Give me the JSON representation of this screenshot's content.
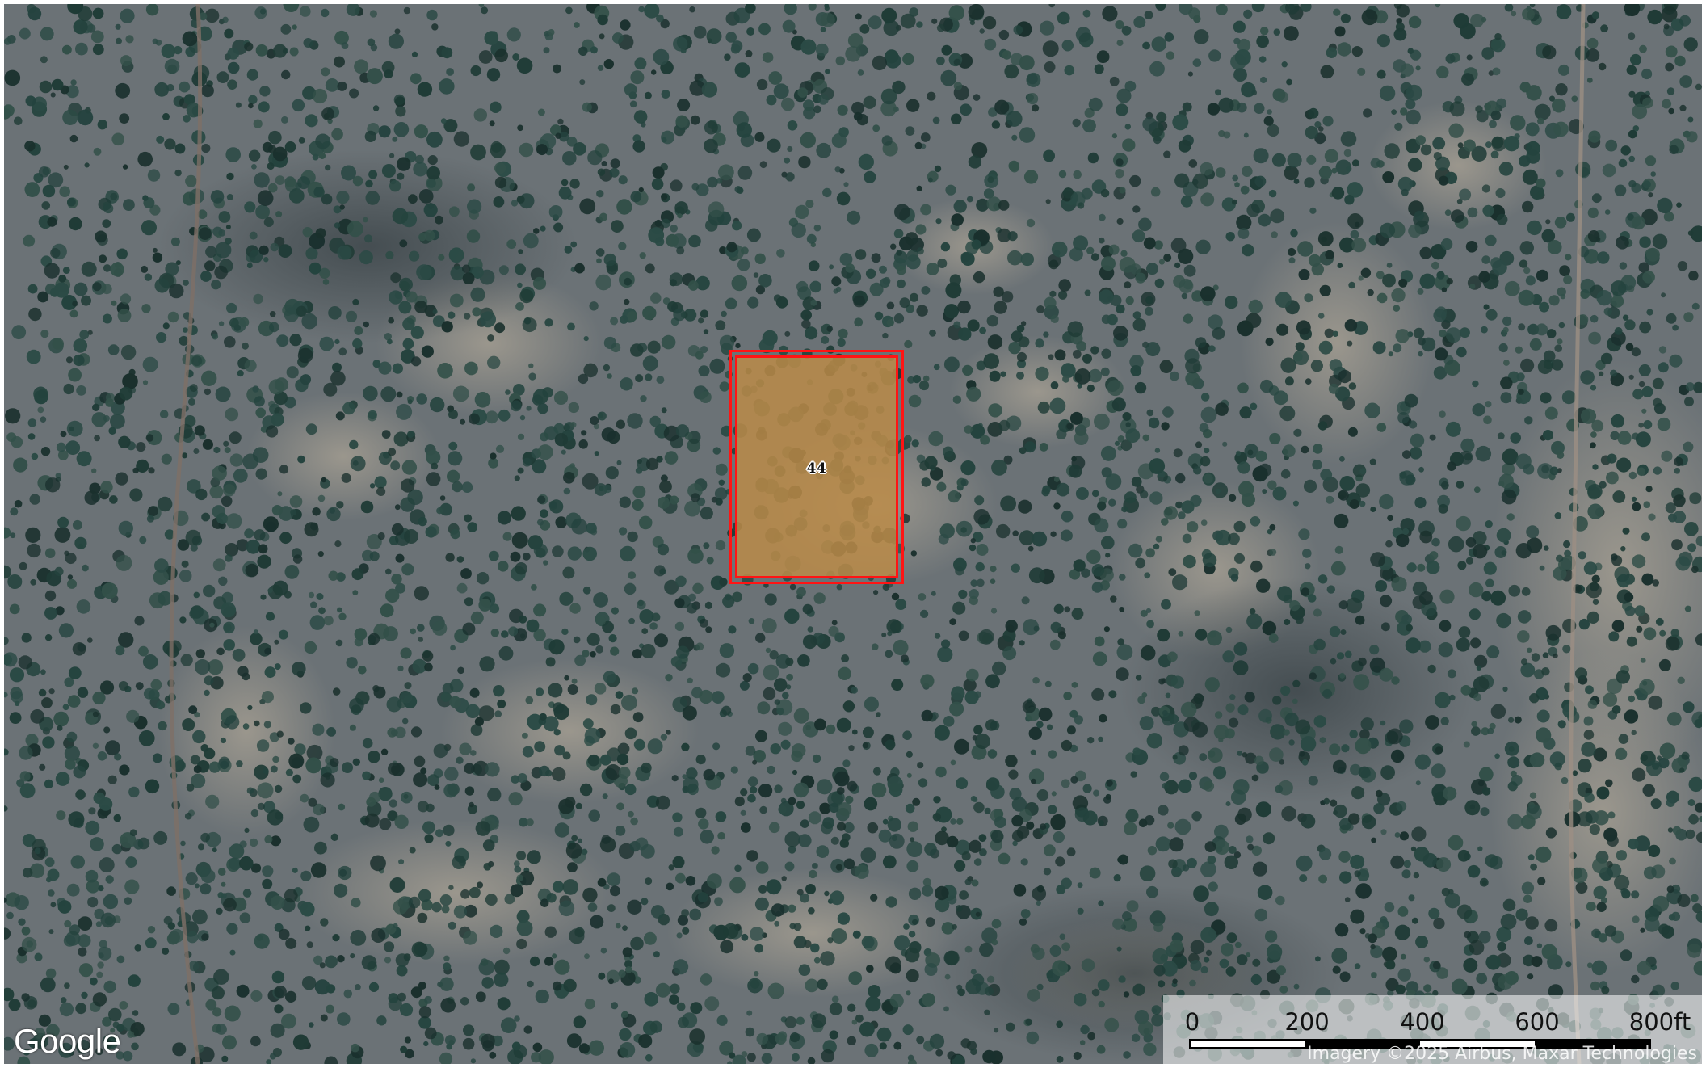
{
  "map": {
    "basemap": "satellite imagery",
    "colors": {
      "ground": "#6b7276",
      "tree": "#1f3b36",
      "clearing": "#9a958a",
      "parcel_fill": "#ba8a48",
      "parcel_border": "#ff1414"
    }
  },
  "parcel": {
    "label": "44"
  },
  "branding": {
    "logo_text": "Google"
  },
  "scale_bar": {
    "ticks": [
      "0",
      "200",
      "400",
      "600",
      "800ft"
    ],
    "unit": "ft"
  },
  "attribution": "Imagery ©2025 Airbus, Maxar Technologies"
}
